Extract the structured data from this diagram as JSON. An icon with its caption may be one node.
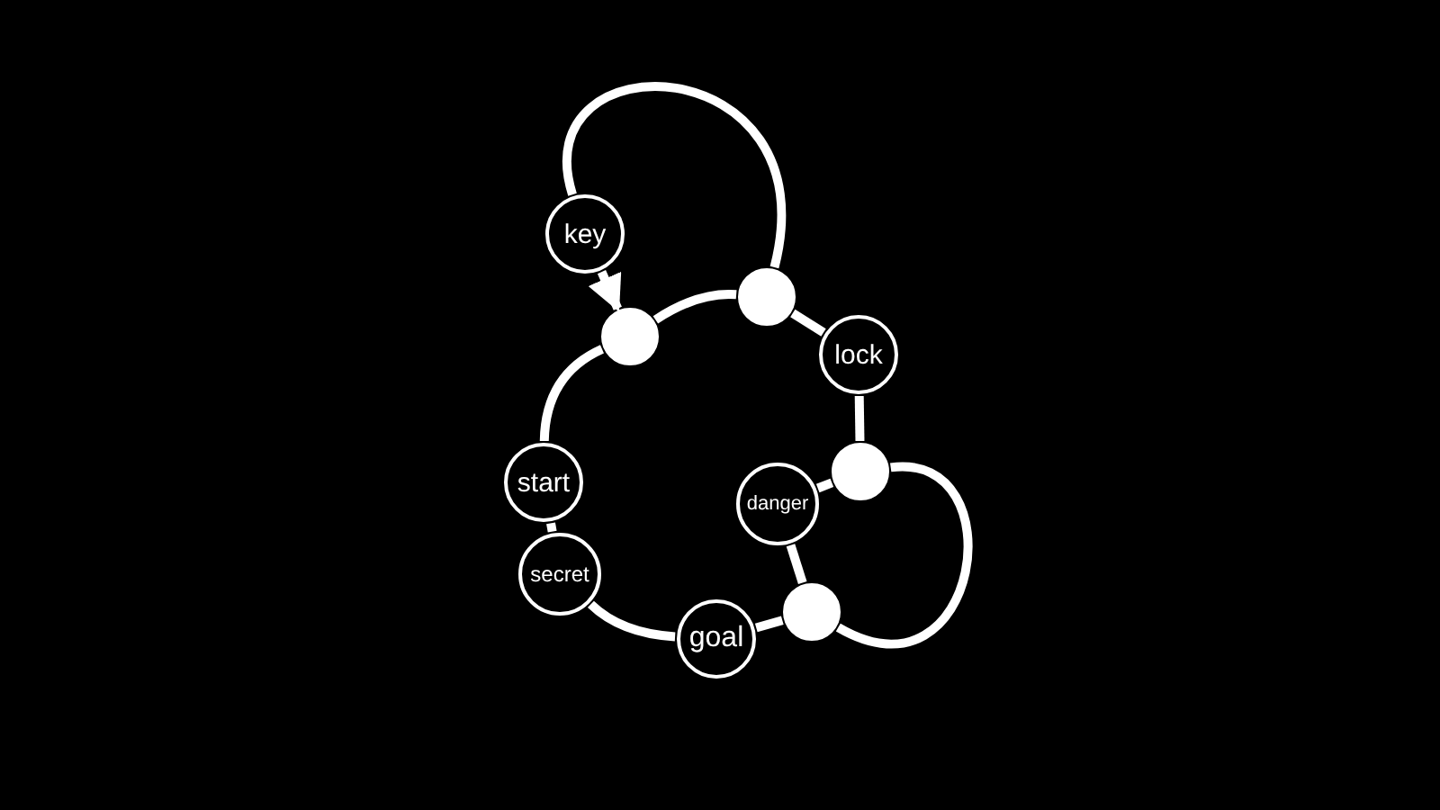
{
  "diagram": {
    "nodes": [
      {
        "text": [
          "key"
        ]
      },
      {
        "text": [],
        "shape": "circle"
      },
      {
        "text": [],
        "shape": "circle"
      },
      {
        "text": [
          "lock"
        ]
      },
      {
        "text": [],
        "shape": "circle"
      },
      {
        "text": [
          "start"
        ]
      },
      {
        "text": [
          "danger"
        ]
      },
      {
        "text": [
          "secret"
        ]
      },
      {
        "text": [],
        "shape": "circle"
      },
      {
        "text": [
          "goal"
        ]
      }
    ],
    "edges": [
      {
        "from": 2,
        "to": 0,
        "arrow": "none"
      },
      {
        "from": 0,
        "to": 1,
        "arrow": "to"
      },
      {
        "from": 1,
        "to": 2,
        "arrow": "none"
      },
      {
        "from": 2,
        "to": 3,
        "arrow": "none"
      },
      {
        "from": 3,
        "to": 4,
        "arrow": "none"
      },
      {
        "from": 4,
        "to": 6,
        "arrow": "none"
      },
      {
        "from": 6,
        "to": 8,
        "arrow": "none"
      },
      {
        "from": 4,
        "to": 8,
        "arrow": "none"
      },
      {
        "from": 8,
        "to": 9,
        "arrow": "none"
      },
      {
        "from": 9,
        "to": 7,
        "arrow": "none"
      },
      {
        "from": 7,
        "to": 5,
        "arrow": "none"
      },
      {
        "from": 5,
        "to": 1,
        "arrow": "none"
      }
    ]
  }
}
